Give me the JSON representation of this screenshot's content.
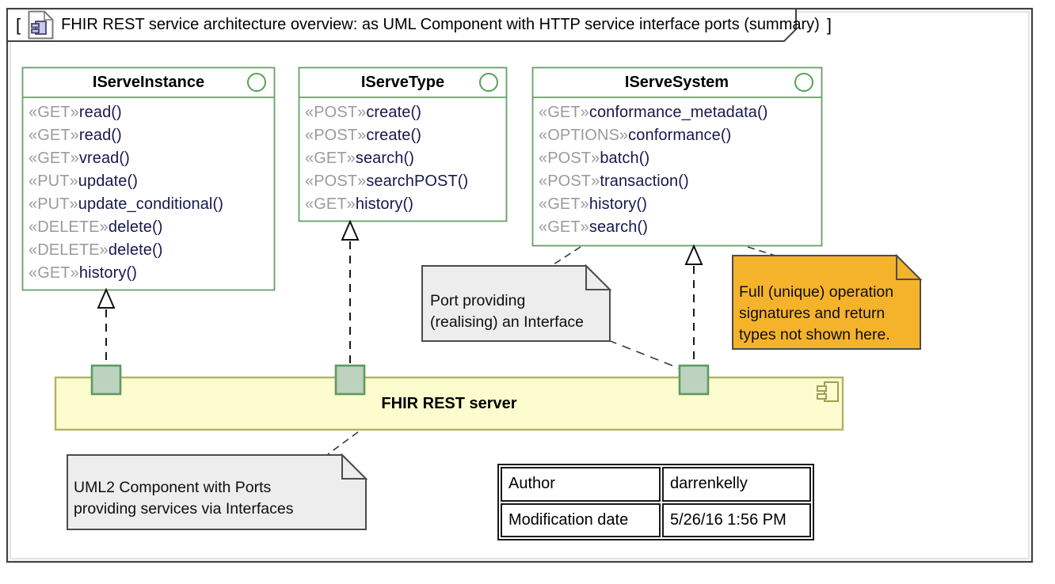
{
  "title_bar": {
    "open_bracket": "[",
    "title": "FHIR REST service architecture overview: as UML Component with HTTP service interface ports (summary)",
    "close_bracket": "]"
  },
  "icons": {
    "title_icon": "component-document-icon",
    "component_icon": "uml-component-icon",
    "lollipop_icon": "provided-interface-circle"
  },
  "interfaces": [
    {
      "name": "IServeInstance",
      "operations": [
        {
          "stereotype": "«GET»",
          "name": "read()"
        },
        {
          "stereotype": "«GET»",
          "name": "read()"
        },
        {
          "stereotype": "«GET»",
          "name": "vread()"
        },
        {
          "stereotype": "«PUT»",
          "name": "update()"
        },
        {
          "stereotype": "«PUT»",
          "name": "update_conditional()"
        },
        {
          "stereotype": "«DELETE»",
          "name": "delete()"
        },
        {
          "stereotype": "«DELETE»",
          "name": "delete()"
        },
        {
          "stereotype": "«GET»",
          "name": "history()"
        }
      ]
    },
    {
      "name": "IServeType",
      "operations": [
        {
          "stereotype": "«POST»",
          "name": "create()"
        },
        {
          "stereotype": "«POST»",
          "name": "create()"
        },
        {
          "stereotype": "«GET»",
          "name": "search()"
        },
        {
          "stereotype": "«POST»",
          "name": "searchPOST()"
        },
        {
          "stereotype": "«GET»",
          "name": "history()"
        }
      ]
    },
    {
      "name": "IServeSystem",
      "operations": [
        {
          "stereotype": "«GET»",
          "name": "conformance_metadata()"
        },
        {
          "stereotype": "«OPTIONS»",
          "name": "conformance()"
        },
        {
          "stereotype": "«POST»",
          "name": "batch()"
        },
        {
          "stereotype": "«POST»",
          "name": "transaction()"
        },
        {
          "stereotype": "«GET»",
          "name": "history()"
        },
        {
          "stereotype": "«GET»",
          "name": "search()"
        }
      ]
    }
  ],
  "component": {
    "label": "FHIR REST server"
  },
  "notes": {
    "port_note": {
      "lines": [
        "Port providing",
        "(realising) an Interface"
      ]
    },
    "signature_note": {
      "lines": [
        "Full (unique) operation",
        "signatures and return",
        "types not shown here."
      ]
    },
    "component_note": {
      "lines": [
        "UML2 Component with Ports",
        "providing services via Interfaces"
      ]
    }
  },
  "info_table": {
    "rows": [
      {
        "label": "Author",
        "value": "darrenkelly"
      },
      {
        "label": "Modification date",
        "value": "5/26/16 1:56 PM"
      }
    ]
  },
  "colors": {
    "interface_border": "#67a067",
    "stereotype_text": "#9b9b9b",
    "operation_text": "#17174f",
    "component_fill": "#fcfccf",
    "component_border": "#b2b266",
    "port_fill": "#bdd3bf",
    "port_border": "#5d9a61",
    "note_fill": "#ededed",
    "highlight_note_fill": "#f5b32b",
    "note_border": "#4c4c4c"
  }
}
